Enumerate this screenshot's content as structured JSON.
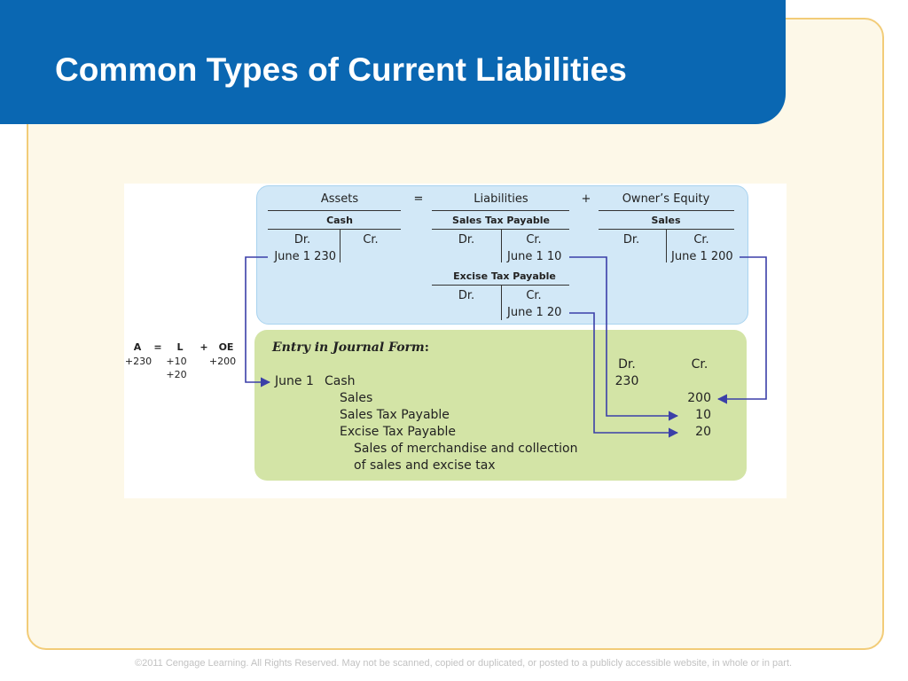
{
  "slide": {
    "title": "Common Types of Current Liabilities",
    "footer": "©2011 Cengage Learning. All Rights Reserved. May not be scanned, copied or duplicated, or posted to a publicly accessible website, in whole or in part."
  },
  "equation_header": {
    "assets": "Assets",
    "equals": "=",
    "liabilities": "Liabilities",
    "plus": "+",
    "equity": "Owner’s Equity"
  },
  "accounts": {
    "cash": {
      "title": "Cash",
      "dr": "Dr.",
      "cr": "Cr.",
      "entry": "June 1  230"
    },
    "sales_tax_payable": {
      "title": "Sales Tax Payable",
      "dr": "Dr.",
      "cr": "Cr.",
      "entry": "June 1  10"
    },
    "excise_tax_payable": {
      "title": "Excise Tax Payable",
      "dr": "Dr.",
      "cr": "Cr.",
      "entry": "June 1  20"
    },
    "sales": {
      "title": "Sales",
      "dr": "Dr.",
      "cr": "Cr.",
      "entry": "June 1  200"
    }
  },
  "aloe": {
    "a": "A",
    "eq": "=",
    "l": "L",
    "plus": "+",
    "oe": "OE",
    "a_val": "+230",
    "l_val1": "+10",
    "l_val2": "+20",
    "oe_val": "+200"
  },
  "journal": {
    "heading": "Entry in Journal Form",
    "heading_colon": ":",
    "dr_label": "Dr.",
    "cr_label": "Cr.",
    "date": "June 1",
    "lines": [
      {
        "account": "Cash",
        "dr": "230",
        "cr": ""
      },
      {
        "account": "Sales",
        "dr": "",
        "cr": "200"
      },
      {
        "account": "Sales Tax Payable",
        "dr": "",
        "cr": "10"
      },
      {
        "account": "Excise Tax Payable",
        "dr": "",
        "cr": "20"
      }
    ],
    "explanation": [
      "Sales of merchandise and collection",
      "of sales and excise tax"
    ]
  },
  "colors": {
    "title_bar": "#0a67b2",
    "card_background": "#fdf8e8",
    "card_border": "#f2cc78",
    "t_account_panel": "#d2e8f7",
    "journal_panel": "#d3e4a6",
    "arrow": "#3b3fa8"
  }
}
